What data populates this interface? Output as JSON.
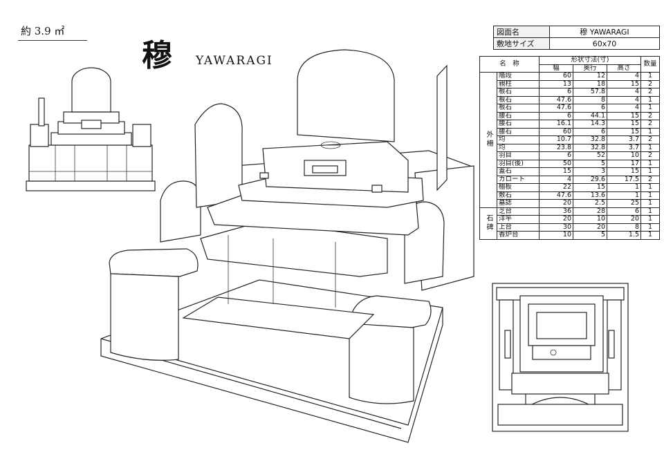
{
  "header": {
    "area": "約 3.9 ㎡",
    "kanji": "穆",
    "romaji": "YAWARAGI"
  },
  "info_table": {
    "rows": [
      {
        "label": "図面名",
        "value": "穆  YAWARAGI"
      },
      {
        "label": "敷地サイズ",
        "value": "60x70"
      }
    ]
  },
  "dims_table": {
    "header_title": "形状寸法(寸)",
    "col_name": "名　称",
    "col_width": "幅",
    "col_depth": "奥行",
    "col_height": "高さ",
    "col_qty": "数量",
    "group1": "外柵",
    "group2": "石碑",
    "rows": [
      [
        "階段",
        "60",
        "12",
        "4",
        "1"
      ],
      [
        "親柱",
        "13",
        "18",
        "15",
        "2"
      ],
      [
        "根石",
        "6",
        "57.8",
        "4",
        "2"
      ],
      [
        "根石",
        "47.6",
        "8",
        "4",
        "1"
      ],
      [
        "根石",
        "47.6",
        "6",
        "4",
        "1"
      ],
      [
        "腰石",
        "6",
        "44.1",
        "15",
        "2"
      ],
      [
        "腰石",
        "16.1",
        "14.3",
        "15",
        "2"
      ],
      [
        "腰石",
        "60",
        "6",
        "15",
        "1"
      ],
      [
        "均",
        "10.7",
        "32.8",
        "3.7",
        "2"
      ],
      [
        "均",
        "23.8",
        "32.8",
        "3.7",
        "1"
      ],
      [
        "羽目",
        "6",
        "52",
        "10",
        "2"
      ],
      [
        "羽目(後)",
        "50",
        "5",
        "17",
        "1"
      ],
      [
        "蓋石",
        "15",
        "3",
        "15",
        "1"
      ],
      [
        "カロート",
        "4",
        "29.6",
        "17.5",
        "2"
      ],
      [
        "棚板",
        "22",
        "15",
        "1",
        "1"
      ],
      [
        "敷石",
        "47.6",
        "13.6",
        "1",
        "1"
      ],
      [
        "墓誌",
        "20",
        "2.5",
        "25",
        "1"
      ],
      [
        "芝台",
        "36",
        "28",
        "6",
        "1"
      ],
      [
        "洋竿",
        "20",
        "10",
        "20",
        "1"
      ],
      [
        "上台",
        "30",
        "20",
        "8",
        "1"
      ],
      [
        "香炉台",
        "10",
        "5",
        "1.5",
        "1"
      ]
    ]
  }
}
